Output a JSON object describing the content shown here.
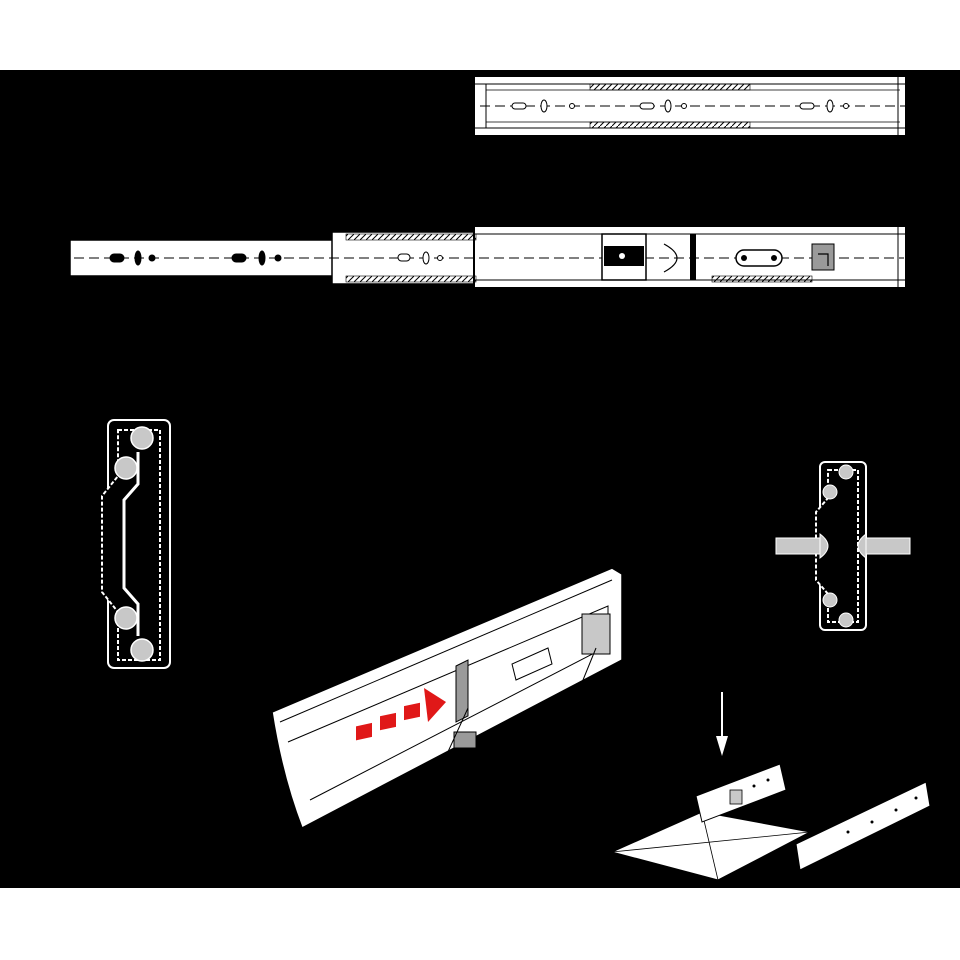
{
  "page": {
    "background": "#ffffff",
    "canvas_color": "#000000"
  },
  "colors": {
    "line": "#ffffff",
    "stroke_dark": "#000000",
    "ball": "#c8c8c8",
    "block": "#9a9a9a",
    "arrow": "#e01818"
  },
  "panels": [
    {
      "name": "rail-closed-top-view",
      "kind": "drawer slide, closed"
    },
    {
      "name": "rail-extended-side-view",
      "kind": "drawer slide, fully extended"
    },
    {
      "name": "rail-cross-section",
      "kind": "profile cross-section with ball bearings"
    },
    {
      "name": "rail-cross-section-mounted",
      "kind": "cross-section with mounting screws"
    },
    {
      "name": "release-detail-perspective",
      "kind": "release lever detail with push direction arrow"
    },
    {
      "name": "drawer-install-perspective",
      "kind": "drawer insertion onto slide"
    }
  ],
  "icons": {
    "push_arrow": "red-dashed-arrow-icon",
    "insert_arrow": "down-arrow-icon",
    "ball": "ball-bearing-icon",
    "screw": "screw-icon"
  }
}
